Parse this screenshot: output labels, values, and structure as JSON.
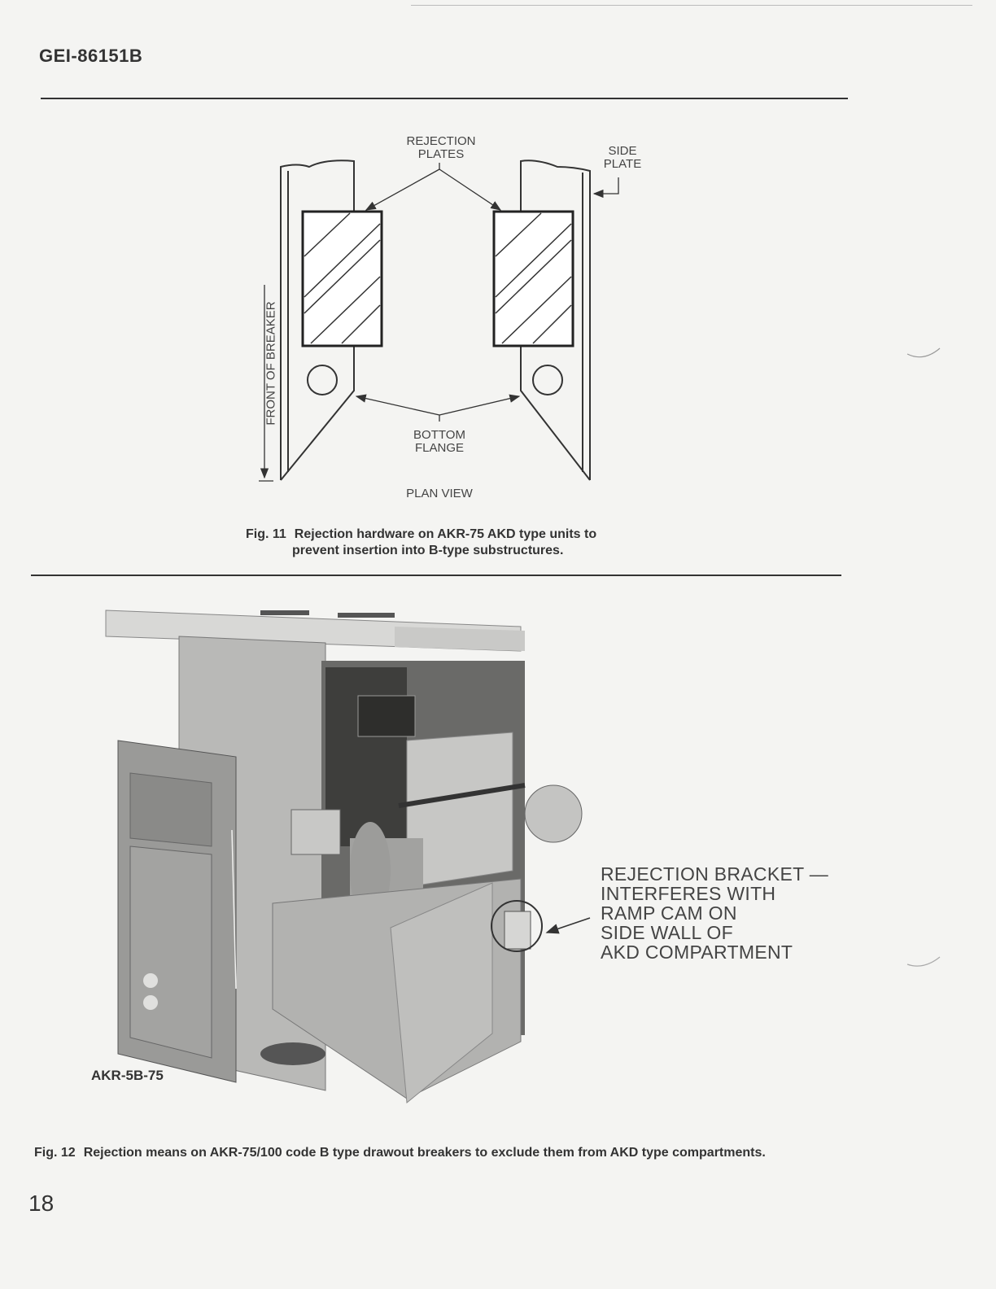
{
  "header": {
    "doc_id": "GEI-86151B"
  },
  "figure11": {
    "labels": {
      "rejection_plates_1": "REJECTION",
      "rejection_plates_2": "PLATES",
      "side_plate_1": "SIDE",
      "side_plate_2": "PLATE",
      "front_of_breaker": "FRONT OF BREAKER",
      "bottom_flange_1": "BOTTOM",
      "bottom_flange_2": "FLANGE",
      "plan_view": "PLAN VIEW"
    },
    "caption_num": "Fig. 11",
    "caption_line1": "Rejection hardware on AKR-75 AKD type units to",
    "caption_line2": "prevent insertion into B-type substructures."
  },
  "figure12": {
    "photo_label": "AKR-5B-75",
    "callout": [
      "REJECTION BRACKET —",
      "INTERFERES WITH",
      "RAMP CAM ON",
      "SIDE WALL OF",
      "AKD COMPARTMENT"
    ],
    "caption_num": "Fig. 12",
    "caption_text": "Rejection means on AKR-75/100 code B type drawout breakers to exclude them from AKD type compartments."
  },
  "footer": {
    "page_number": "18"
  }
}
